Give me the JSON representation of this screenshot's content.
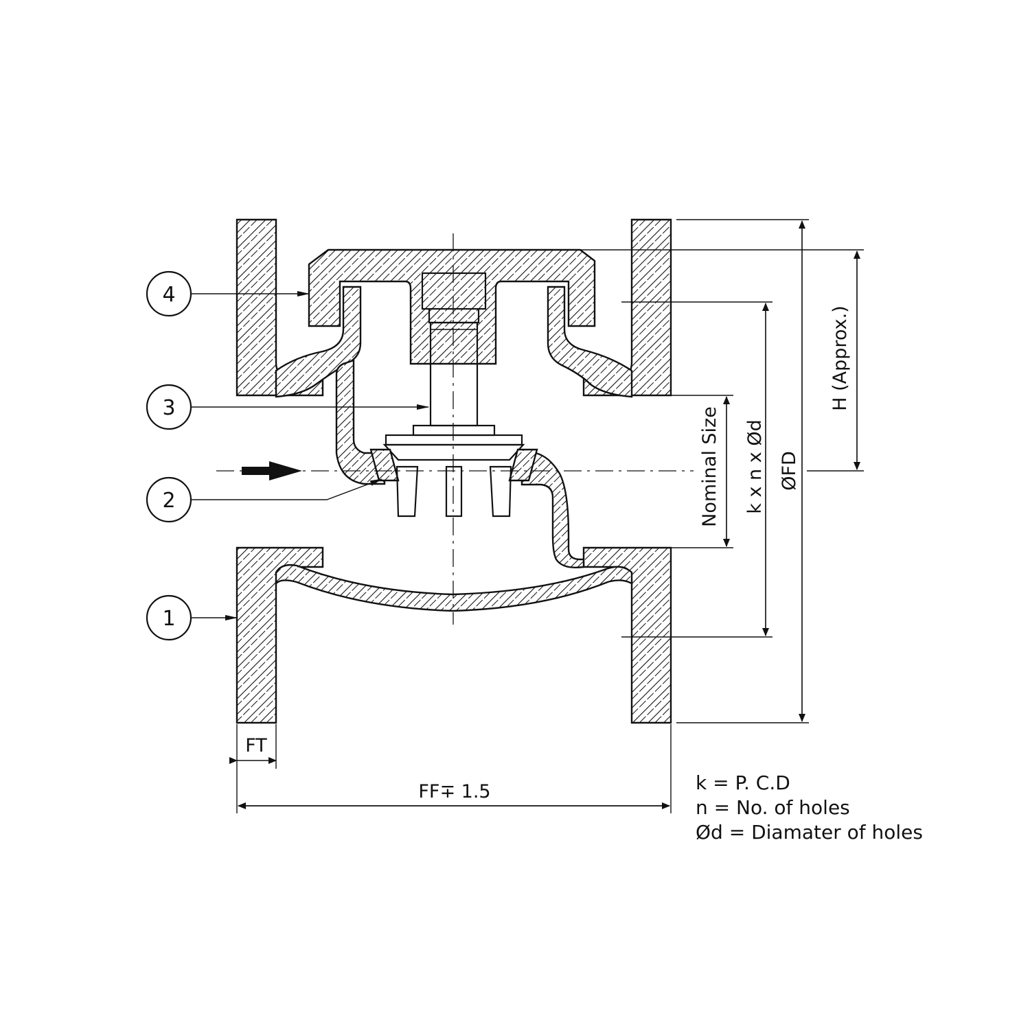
{
  "balloons": [
    {
      "id": "callout-4",
      "label": "4"
    },
    {
      "id": "callout-3",
      "label": "3"
    },
    {
      "id": "callout-2",
      "label": "2"
    },
    {
      "id": "callout-1",
      "label": "1"
    }
  ],
  "dimensions": {
    "ft": "FT",
    "ff": "FF∓ 1.5",
    "nominal_size": "Nominal Size",
    "pcd": "k x n x Ød",
    "flange_dia": "ØFD",
    "height": "H (Approx.)"
  },
  "legend": [
    "k = P. C.D",
    "n = No. of holes",
    "Ød = Diamater of holes"
  ]
}
